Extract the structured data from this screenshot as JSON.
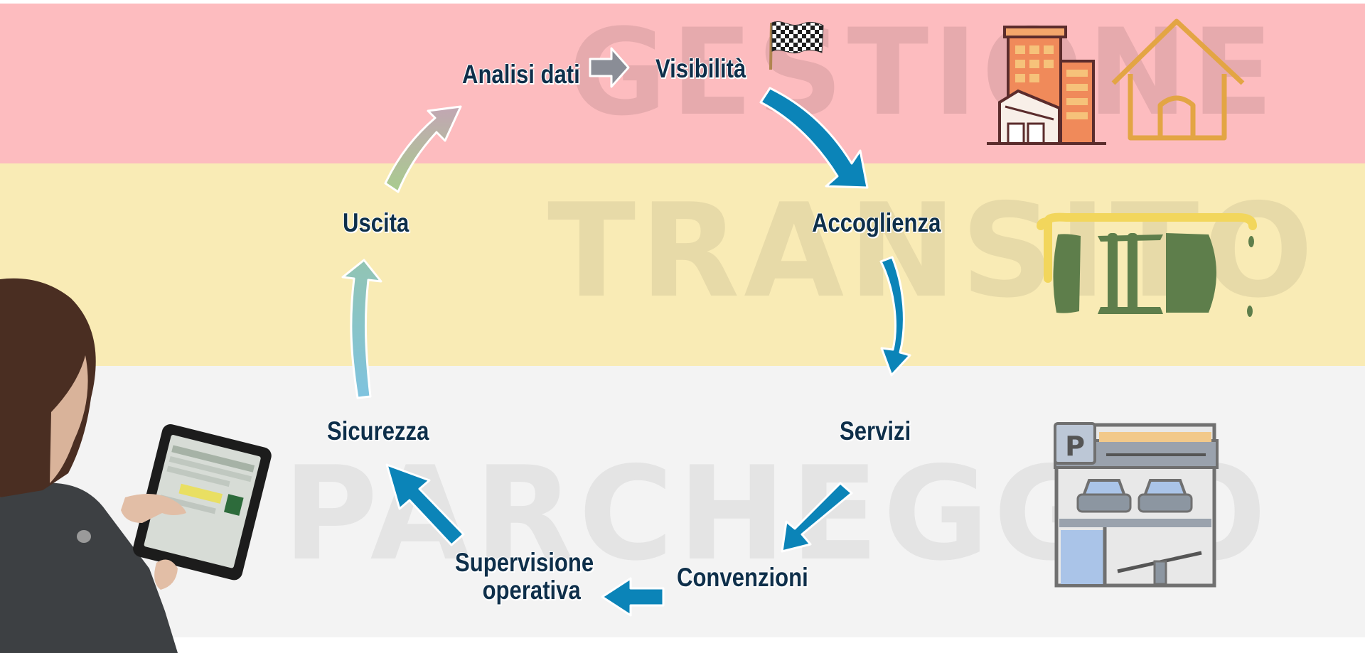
{
  "watermarks": {
    "gestione": "GESTIONE",
    "transito": "TRANSITO",
    "parcheggio": "PARCHEGGIO"
  },
  "steps": {
    "analisi_dati": "Analisi dati",
    "visibilita": "Visibilità",
    "accoglienza": "Accoglienza",
    "servizi": "Servizi",
    "convenzioni": "Convenzioni",
    "supervisione_line1": "Supervisione",
    "supervisione_line2": "operativa",
    "sicurezza": "Sicurezza",
    "uscita": "Uscita"
  },
  "icons": {
    "gestione": [
      "checkered-flag-icon",
      "office-building-icon",
      "house-icon"
    ],
    "transito": [
      "car-icon"
    ],
    "parcheggio": [
      "parking-garage-icon"
    ],
    "illustration": "woman-with-tablet"
  },
  "colors": {
    "band_gestione": "#fdbcbf",
    "band_transito": "#f9ebb5",
    "band_parcheggio": "#f3f3f3",
    "step_text": "#0e2f4a",
    "arrow_blue": "#0b84b8",
    "arrow_gray": "#8a8d96"
  }
}
